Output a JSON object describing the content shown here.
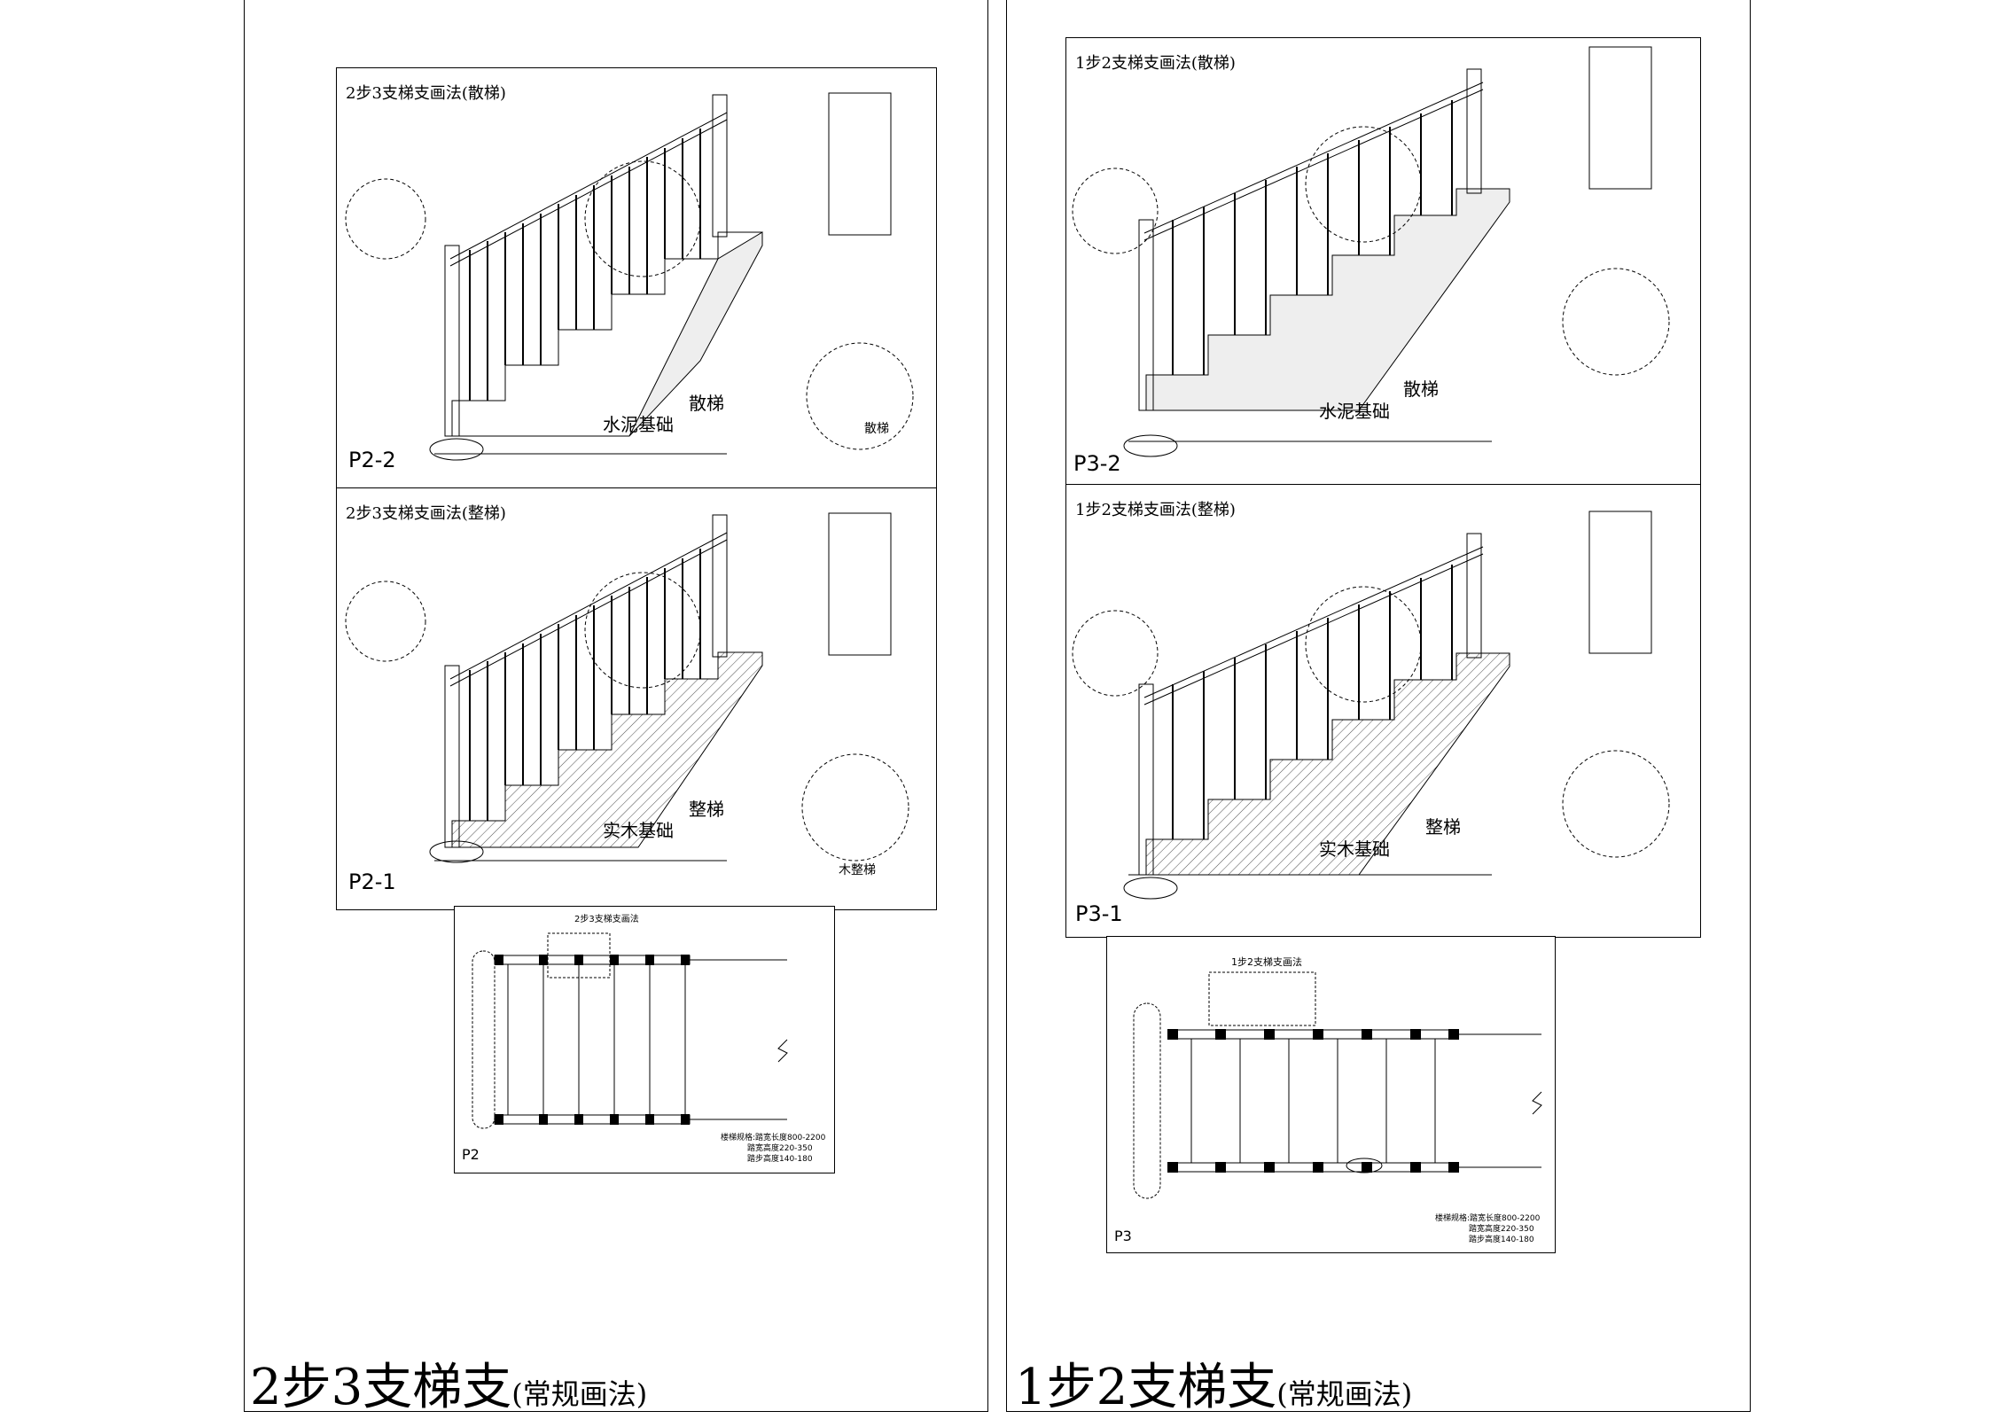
{
  "sheets": {
    "left": {
      "footer_main": "2步3支梯支",
      "footer_sub": "(常规画法)",
      "panels": {
        "p2_2": {
          "title": "2步3支梯支画法(散梯)",
          "code": "P2-2",
          "base_label": "水泥基础",
          "type_label": "散梯",
          "detail_label": "散梯"
        },
        "p2_1": {
          "title": "2步3支梯支画法(整梯)",
          "code": "P2-1",
          "base_label": "实木基础",
          "type_label": "整梯",
          "detail_label": "木整梯"
        },
        "p2": {
          "title": "2步3支梯支画法",
          "code": "P2",
          "spec_1": "楼梯规格:踏宽长度800-2200",
          "spec_2": "踏宽高度220-350",
          "spec_3": "踏步高度140-180"
        }
      }
    },
    "right": {
      "footer_main": "1步2支梯支",
      "footer_sub": "(常规画法)",
      "panels": {
        "p3_2": {
          "title": "1步2支梯支画法(散梯)",
          "code": "P3-2",
          "base_label": "水泥基础",
          "type_label": "散梯"
        },
        "p3_1": {
          "title": "1步2支梯支画法(整梯)",
          "code": "P3-1",
          "base_label": "实木基础",
          "type_label": "整梯"
        },
        "p3": {
          "title": "1步2支梯支画法",
          "code": "P3",
          "spec_1": "楼梯规格:踏宽长度800-2200",
          "spec_2": "踏宽高度220-350",
          "spec_3": "踏步高度140-180"
        }
      }
    }
  }
}
